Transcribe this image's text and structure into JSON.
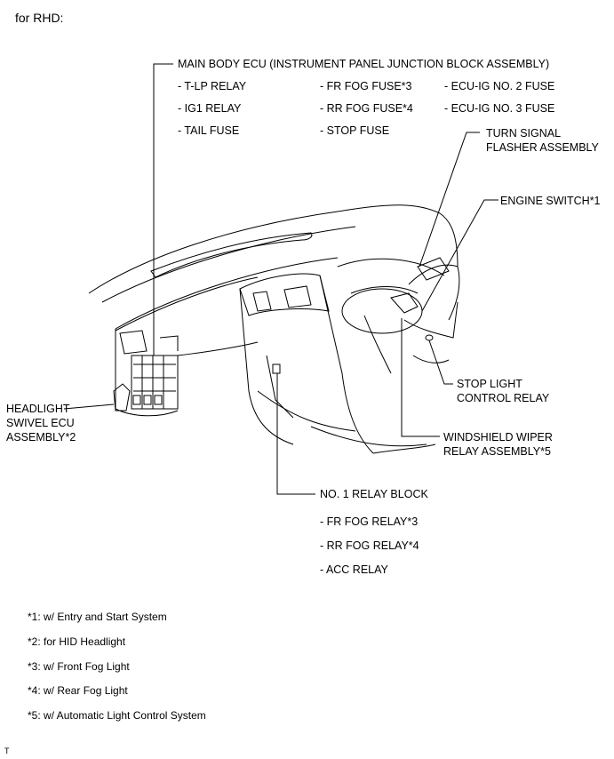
{
  "header": "for RHD:",
  "callouts": {
    "main_body_ecu": "MAIN BODY ECU (INSTRUMENT PANEL JUNCTION BLOCK ASSEMBLY)",
    "main_body_ecu_items": [
      "- T-LP RELAY",
      "- FR FOG FUSE*3",
      "- ECU-IG NO. 2 FUSE",
      "- IG1 RELAY",
      "- RR FOG FUSE*4",
      "- ECU-IG NO. 3 FUSE",
      "- TAIL FUSE",
      "- STOP FUSE"
    ],
    "turn_signal": [
      "TURN SIGNAL",
      "FLASHER ASSEMBLY"
    ],
    "engine_switch": "ENGINE SWITCH*1",
    "headlight_swivel": [
      "HEADLIGHT",
      "SWIVEL ECU",
      "ASSEMBLY*2"
    ],
    "stop_light": [
      "STOP LIGHT",
      "CONTROL RELAY"
    ],
    "wiper_relay": [
      "WINDSHIELD WIPER",
      "RELAY ASSEMBLY*5"
    ],
    "relay_block": "NO. 1 RELAY BLOCK",
    "relay_block_items": [
      "- FR FOG RELAY*3",
      "- RR FOG RELAY*4",
      "- ACC RELAY"
    ]
  },
  "footnotes": [
    "*1: w/ Entry and Start System",
    "*2: for HID Headlight",
    "*3: w/ Front Fog Light",
    "*4: w/ Rear Fog Light",
    "*5: w/ Automatic Light Control System"
  ],
  "corner_mark": "T"
}
